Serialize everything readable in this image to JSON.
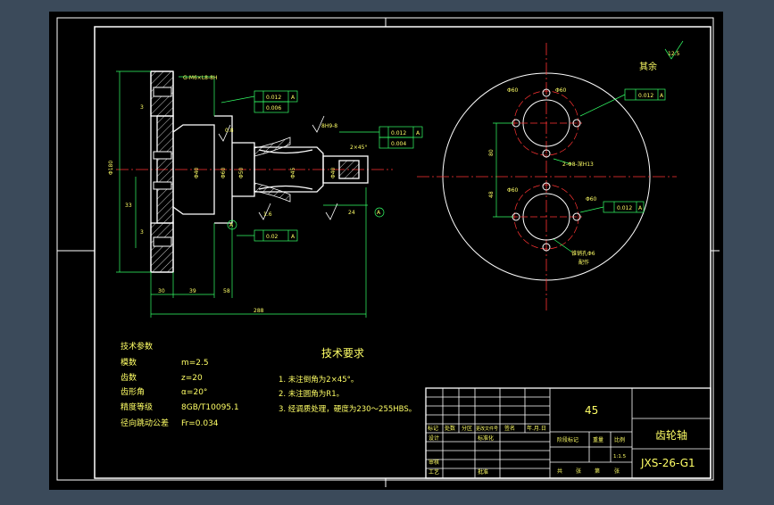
{
  "dimensions": {
    "thread": "G-M6×L8-8H",
    "len_288": "288",
    "len_30": "30",
    "len_39": "39",
    "len_58": "58",
    "len_24": "24",
    "dia_left": "Φ180",
    "dia_bore": "Φ40",
    "dia_mid1": "Φ60",
    "dia_mid2": "Φ50",
    "dia_mid3": "Φ45",
    "dia_right": "Φ40",
    "dim_3a": "3",
    "dim_3b": "3",
    "dim_33": "33",
    "chamfer": "2×45°",
    "keyway": "8H9-8",
    "ra_08": "0.8",
    "ra_16": "1.6",
    "gdt_1_val": "0.012",
    "gdt_1_ref": "A",
    "gdt_2_val": "0.006",
    "gdt_3_val": "0.012",
    "gdt_3_ref": "A",
    "gdt_4_val": "0.004",
    "gdt_5_val": "0.02",
    "gdt_5_ref": "A",
    "datum": "A"
  },
  "side_view": {
    "roughness_value": "12.5",
    "roughness_note": "其余",
    "hole_dia": "Φ60",
    "hole_dia2": "Φ60",
    "hole_dia3": "Φ60",
    "hole_dia4": "Φ60",
    "vertical_dim": "80",
    "vertical_dim2": "48",
    "pos_tol_1": "0.012",
    "pos_tol_1_ref": "A",
    "pos_tol_2": "0.012",
    "pos_tol_2_ref": "A",
    "holes_note": "2-Φ8-深H13",
    "thread_note": "锥销孔Φ6",
    "thread_note2": "配作"
  },
  "tech_params": {
    "title": "技术参数",
    "rows": [
      {
        "label": "模数",
        "value": "m=2.5"
      },
      {
        "label": "齿数",
        "value": "z=20"
      },
      {
        "label": "齿形角",
        "value": "α=20°"
      },
      {
        "label": "精度等级",
        "value": "8GB/T10095.1"
      },
      {
        "label": "径向跳动公差",
        "value": "Fr=0.034"
      }
    ]
  },
  "requirements": {
    "title": "技术要求",
    "items": [
      "1. 未注倒角为2×45°。",
      "2. 未注圆角为R1。",
      "3. 经调质处理，硬度为230～255HBS。"
    ]
  },
  "title_block": {
    "material": "45",
    "part_name": "齿轮轴",
    "drawing_no": "JXS-26-G1",
    "scale": "1:1.5",
    "h_bj": "标记",
    "h_cs": "处数",
    "h_fq": "分区",
    "h_gwj": "更改文件号",
    "h_qm": "签名",
    "h_nyr": "年.月.日",
    "design": "设计",
    "stdz": "标准化",
    "review": "审核",
    "process": "工艺",
    "approve": "批准",
    "stage": "阶段标记",
    "weight": "重量",
    "scale_label": "比例",
    "sheets_total": "共",
    "sheets_cur": "第",
    "zhang1": "张",
    "zhang2": "张"
  },
  "colors": {
    "frame": "#ffffff",
    "outline": "#ffffff",
    "dimension": "#33ff66",
    "center": "#ff3333",
    "text": "#ffff66",
    "hatch": "#ffffff"
  }
}
